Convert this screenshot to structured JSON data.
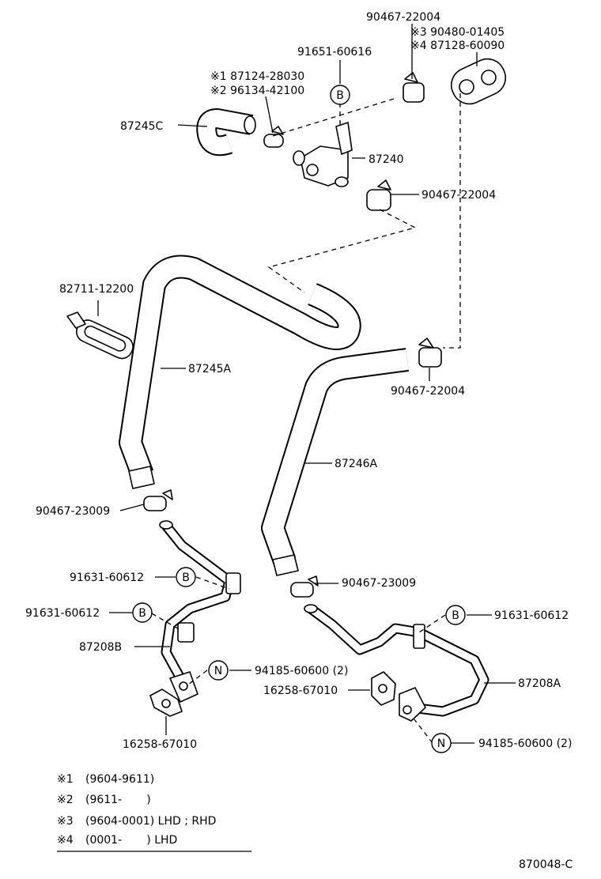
{
  "labels": {
    "p90467_22004_top": "90467-22004",
    "p90480_01405": "※3 90480-01405",
    "p87128_60090": "※4 87128-60090",
    "p91651_60616": "91651-60616",
    "p87124_28030": "※1 87124-28030",
    "p96134_42100": "※2 96134-42100",
    "p87245C": "87245C",
    "p87240": "87240",
    "p90467_22004_mid": "90467-22004",
    "p82711_12200": "82711-12200",
    "p87245A": "87245A",
    "p90467_22004_low": "90467-22004",
    "p87246A": "87246A",
    "p90467_23009_left": "90467-23009",
    "p91631_60612_a": "91631-60612",
    "p90467_23009_right": "90467-23009",
    "p91631_60612_b": "91631-60612",
    "p91631_60612_c": "91631-60612",
    "p87208B": "87208B",
    "p94185_60600_left": "94185-60600 (2)",
    "p87208A": "87208A",
    "p16258_67010_right": "16258-67010",
    "p16258_67010_left": "16258-67010",
    "p94185_60600_right": "94185-60600 (2)"
  },
  "markers": {
    "B": "B",
    "N": "N"
  },
  "notes": [
    {
      "mark": "※1",
      "text": "(9604-9611)"
    },
    {
      "mark": "※2",
      "text": "(9611-       )"
    },
    {
      "mark": "※3",
      "text": "(9604-0001) LHD ; RHD"
    },
    {
      "mark": "※4",
      "text": "(0001-       ) LHD"
    }
  ],
  "diagram_code": "870048-C"
}
